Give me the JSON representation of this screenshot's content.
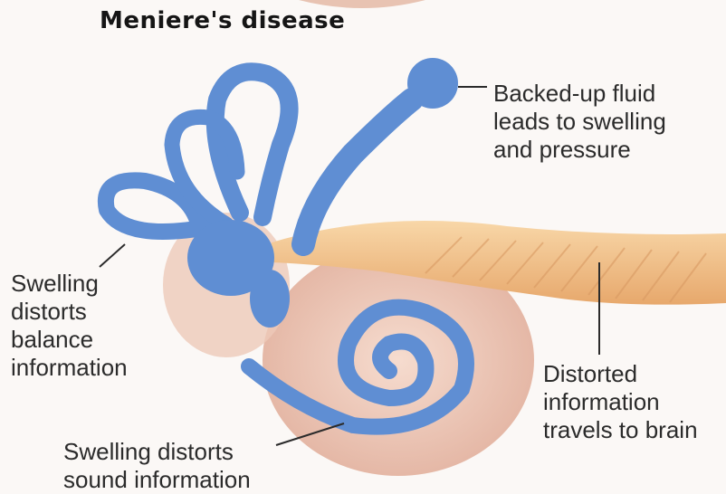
{
  "diagram": {
    "title": "Meniere's disease",
    "labels": {
      "fluid": "Backed-up fluid\nleads to swelling\nand pressure",
      "balance": "Swelling\ndistorts\nbalance\ninformation",
      "brain": "Distorted\ninformation\ntravels to brain",
      "sound": "Swelling distorts\nsound information"
    },
    "colors": {
      "labyrinth": "#5f8ed3",
      "labyrinth_dark": "#2d5aa2",
      "nerve": "#f2bf85",
      "tissue": "#ecc8b8",
      "background": "#fbf8f6"
    }
  }
}
